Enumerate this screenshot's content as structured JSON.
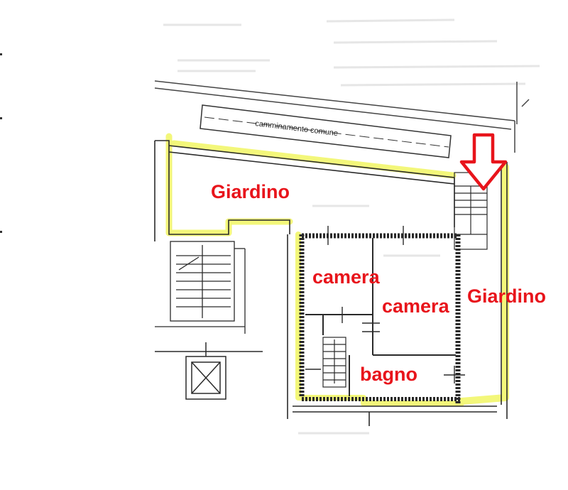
{
  "plan": {
    "corridor_label": "camminamento comune",
    "rooms": {
      "garden_top": "Giardino",
      "garden_right": "Giardino",
      "camera_1": "camera",
      "camera_2": "camera",
      "bagno": "bagno"
    },
    "colors": {
      "highlight": "#f3f77a",
      "label": "#e8141b",
      "arrow": "#e8141b",
      "line": "#2a2a2a"
    }
  }
}
